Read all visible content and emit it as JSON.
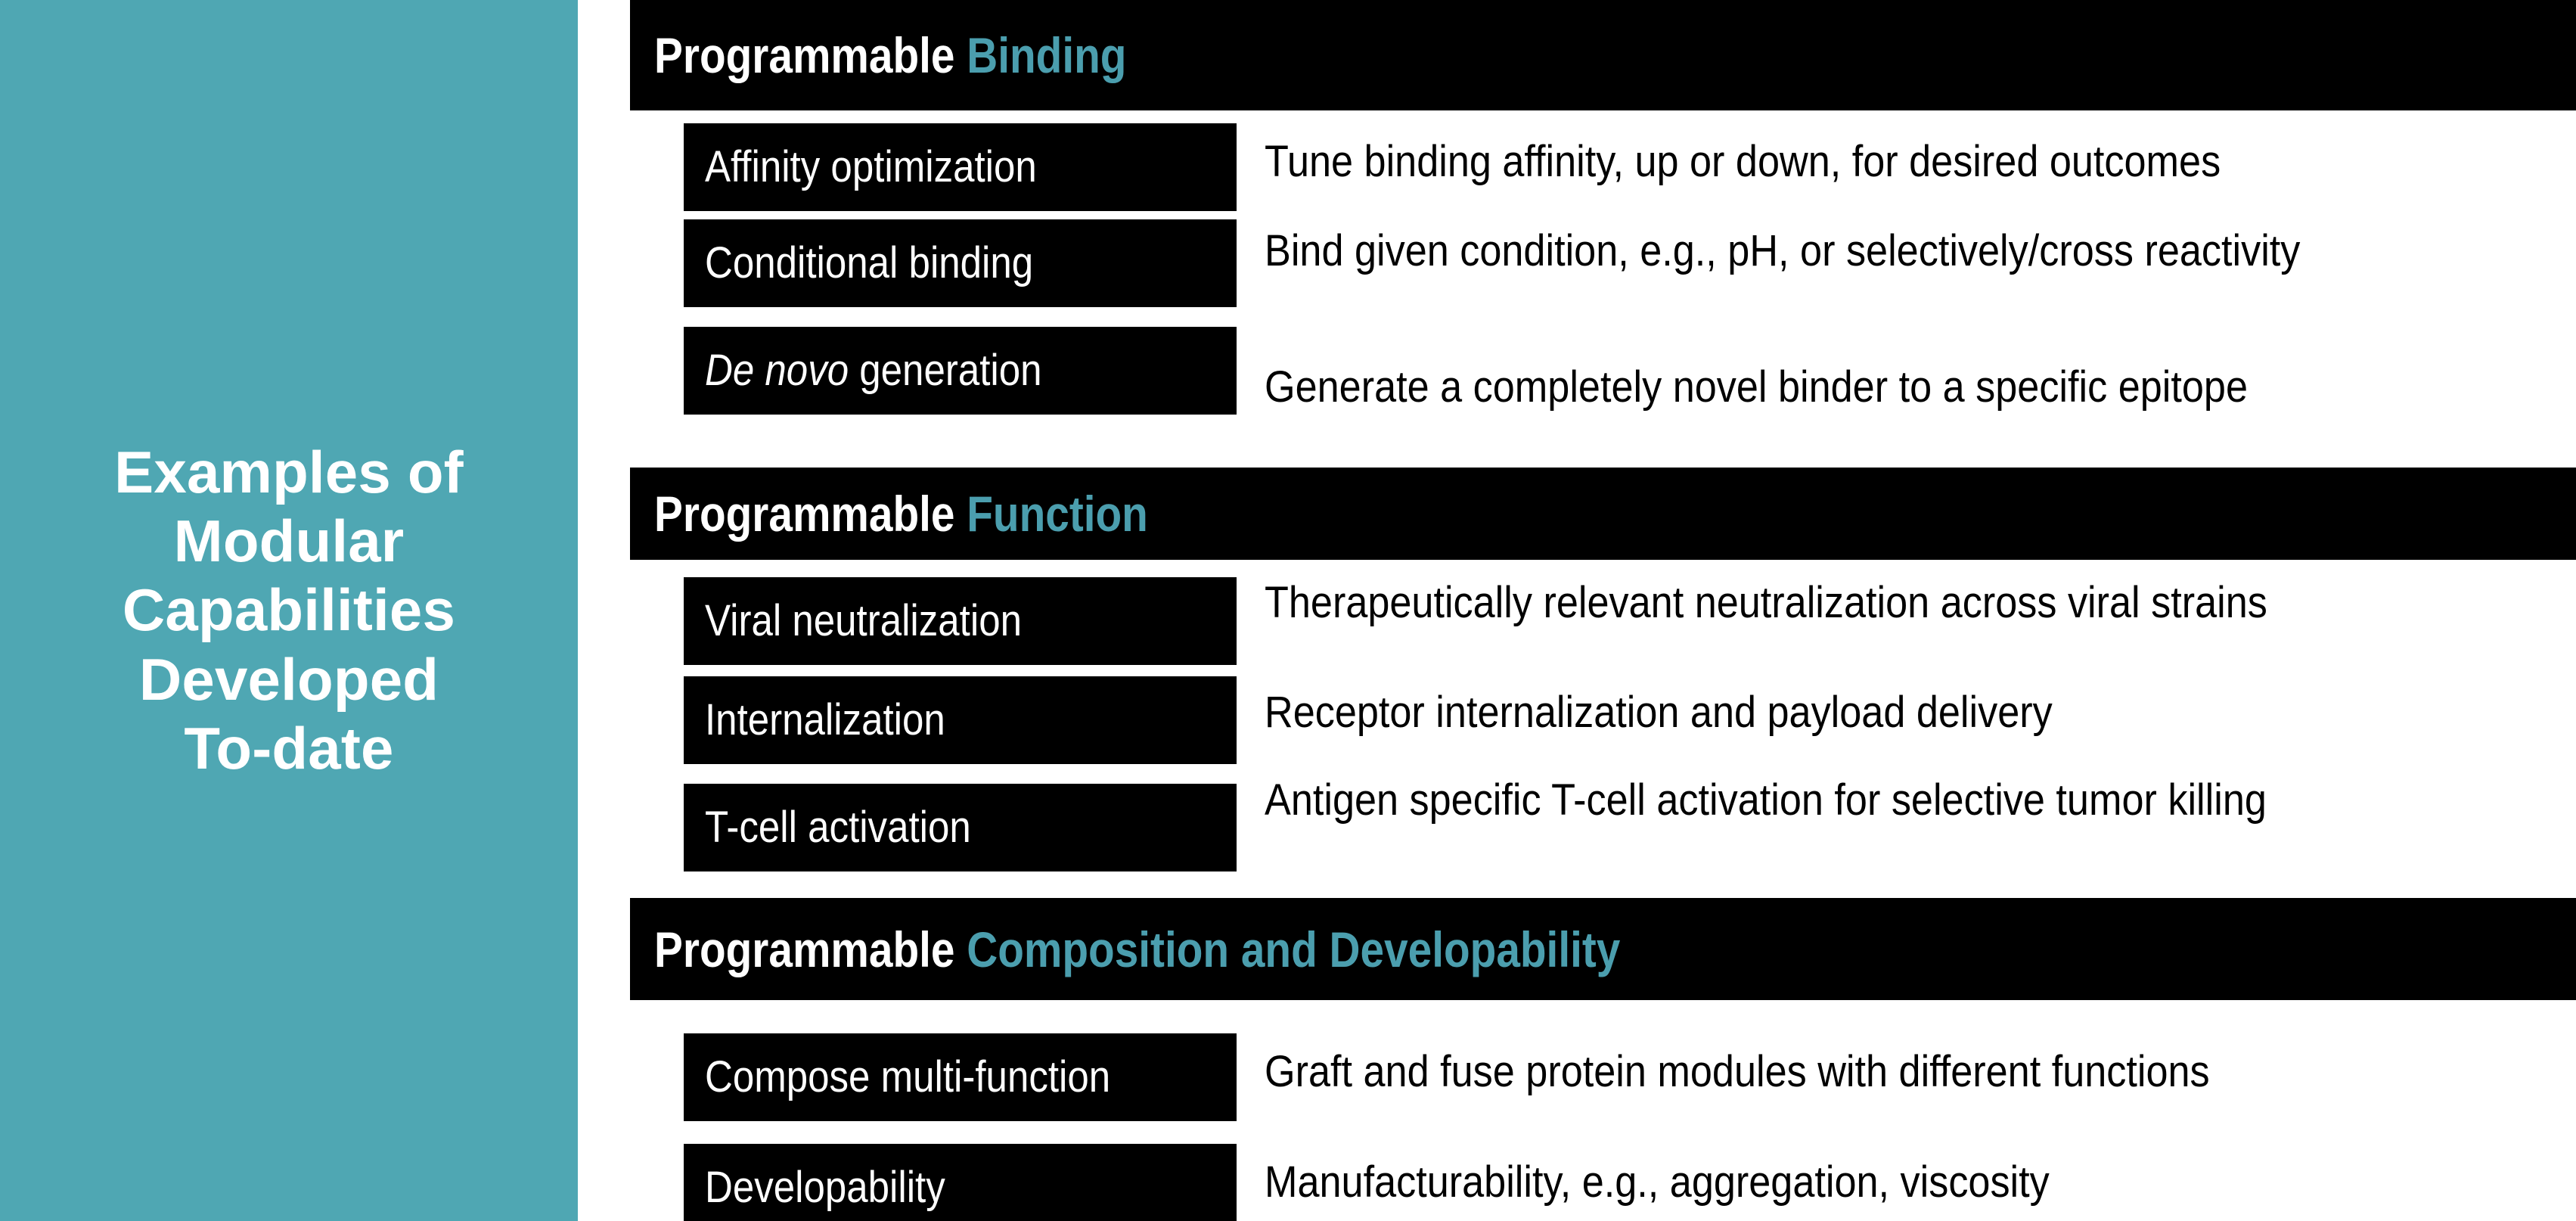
{
  "colors": {
    "accent_teal": "#4fa7b3",
    "header_accent_teal": "#4b9eae",
    "bar_black": "#000000",
    "text_white": "#ffffff",
    "text_black": "#000000",
    "page_background": "#ffffff"
  },
  "sidebar": {
    "title": "Examples of\nModular\nCapabilities\nDeveloped\nTo-date"
  },
  "sections": [
    {
      "header_prefix": "Programmable",
      "header_accent": "Binding",
      "rows": [
        {
          "label_italic": "",
          "label": "Affinity optimization",
          "description": "Tune binding affinity, up or down, for desired outcomes"
        },
        {
          "label_italic": "",
          "label": "Conditional binding",
          "description": "Bind given condition, e.g., pH, or selectively/cross reactivity"
        },
        {
          "label_italic": "De novo",
          "label": " generation",
          "description": "Generate a completely novel binder to a specific epitope"
        }
      ]
    },
    {
      "header_prefix": "Programmable",
      "header_accent": "Function",
      "rows": [
        {
          "label_italic": "",
          "label": "Viral neutralization",
          "description": "Therapeutically relevant neutralization across viral strains"
        },
        {
          "label_italic": "",
          "label": "Internalization",
          "description": "Receptor internalization and payload delivery"
        },
        {
          "label_italic": "",
          "label": "T-cell activation",
          "description": "Antigen specific T-cell activation for selective tumor killing"
        }
      ]
    },
    {
      "header_prefix": "Programmable",
      "header_accent": "Composition and Developability",
      "rows": [
        {
          "label_italic": "",
          "label": "Compose multi-function",
          "description": "Graft and fuse protein modules with different functions"
        },
        {
          "label_italic": "",
          "label": "Developability",
          "description": "Manufacturability, e.g., aggregation, viscosity"
        }
      ]
    }
  ]
}
